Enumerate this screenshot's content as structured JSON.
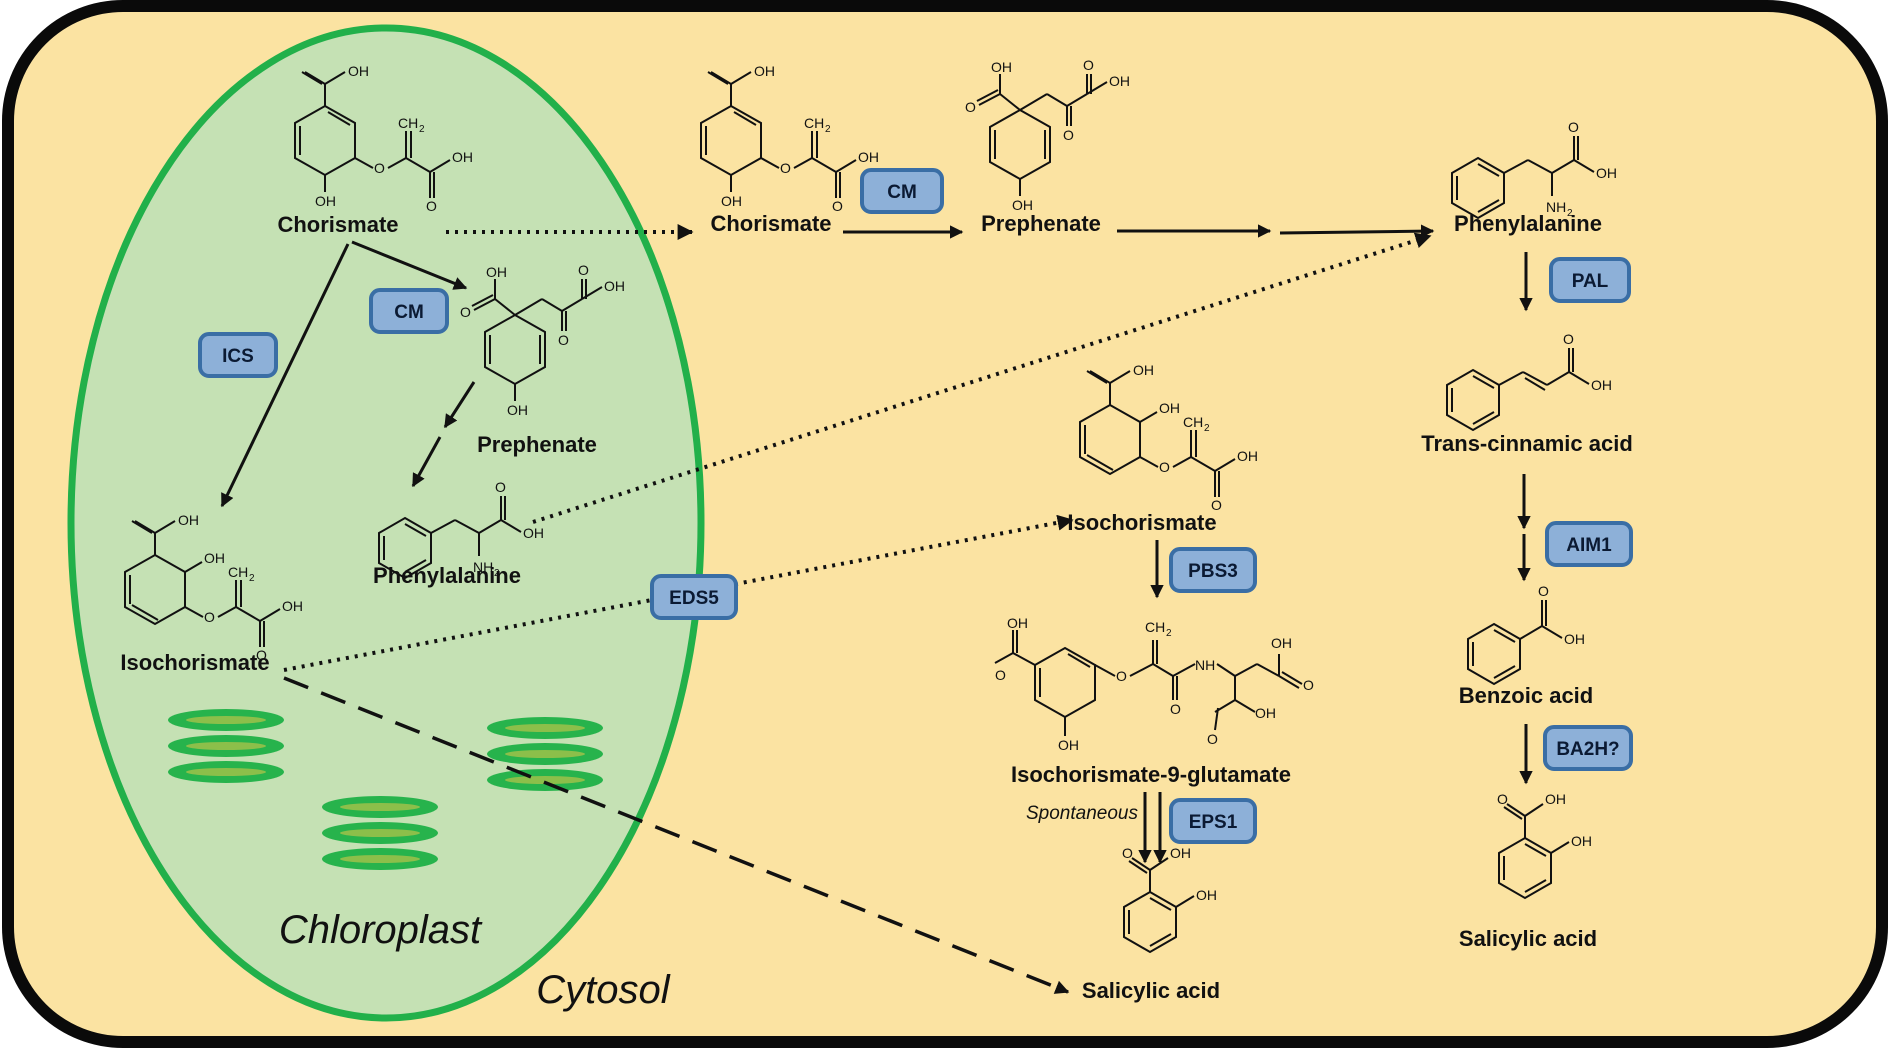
{
  "regions": {
    "chloroplast": "Chloroplast",
    "cytosol": "Cytosol"
  },
  "compounds": {
    "chorismate_chl": "Chorismate",
    "prephenate_chl": "Prephenate",
    "phenylalanine_chl": "Phenylalanine",
    "isochorismate_chl": "Isochorismate",
    "chorismate_cyt": "Chorismate",
    "prephenate_cyt": "Prephenate",
    "phenylalanine_cyt": "Phenylalanine",
    "trans_cinnamic": "Trans-cinnamic acid",
    "benzoic": "Benzoic acid",
    "salicylic_right": "Salicylic acid",
    "isochorismate_cyt": "Isochorismate",
    "isochorismate_9_glutamate": "Isochorismate-9-glutamate",
    "salicylic_mid": "Salicylic acid"
  },
  "enzymes": {
    "cm_chl": "CM",
    "ics": "ICS",
    "cm_cyt": "CM",
    "pal": "PAL",
    "aim1": "AIM1",
    "ba2h": "BA2H?",
    "eds5": "EDS5",
    "pbs3": "PBS3",
    "eps1": "EPS1"
  },
  "notes": {
    "spontaneous": "Spontaneous"
  },
  "atoms": {
    "oh": "OH",
    "o": "O",
    "ch2": "CH",
    "ch2_sub": "2",
    "nh2": "NH",
    "nh2_sub": "2",
    "nh": "NH"
  },
  "colors": {
    "cytosol_fill": "#fbe3a2",
    "chloroplast_fill": "#c5e1b4",
    "chloroplast_border": "#22b04a",
    "thylakoid_fill": "#27b34c",
    "thylakoid_inner": "#8cbf4a",
    "enzyme_fill": "#8db0d8",
    "enzyme_border": "#3a6ea5"
  }
}
